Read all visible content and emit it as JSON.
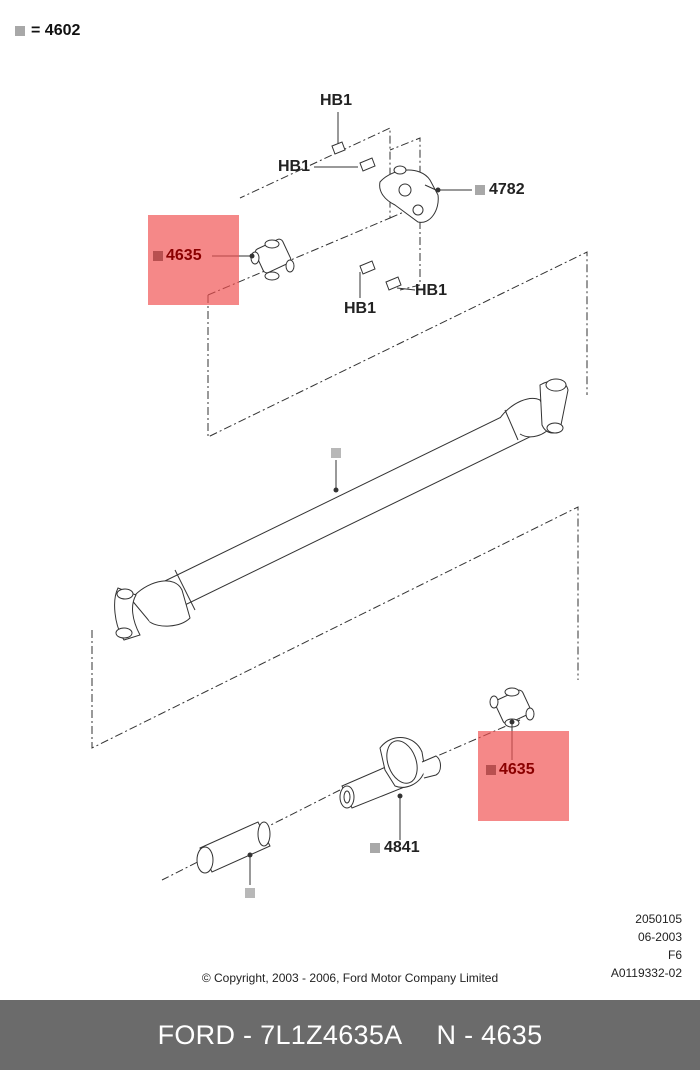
{
  "legend": {
    "label": "= 4602"
  },
  "callouts": {
    "hb1_top": "HB1",
    "hb1_left": "HB1",
    "hb1_bottom": "HB1",
    "hb1_right": "HB1",
    "bracket": "4782",
    "ujoint_front": "4635",
    "ujoint_rear": "4635",
    "slip_yoke": "4841"
  },
  "meta": {
    "line1": "2050105",
    "line2": "06-2003",
    "line3": "F6",
    "line4": "A0119332-02"
  },
  "copyright": "© Copyright, 2003 - 2006, Ford Motor Company Limited",
  "footer": {
    "part": "FORD - 7L1Z4635A",
    "ref": "N - 4635"
  },
  "colors": {
    "highlight": "#f05050",
    "footer_bg": "#6b6b6b",
    "marker": "#a8a8a8"
  }
}
